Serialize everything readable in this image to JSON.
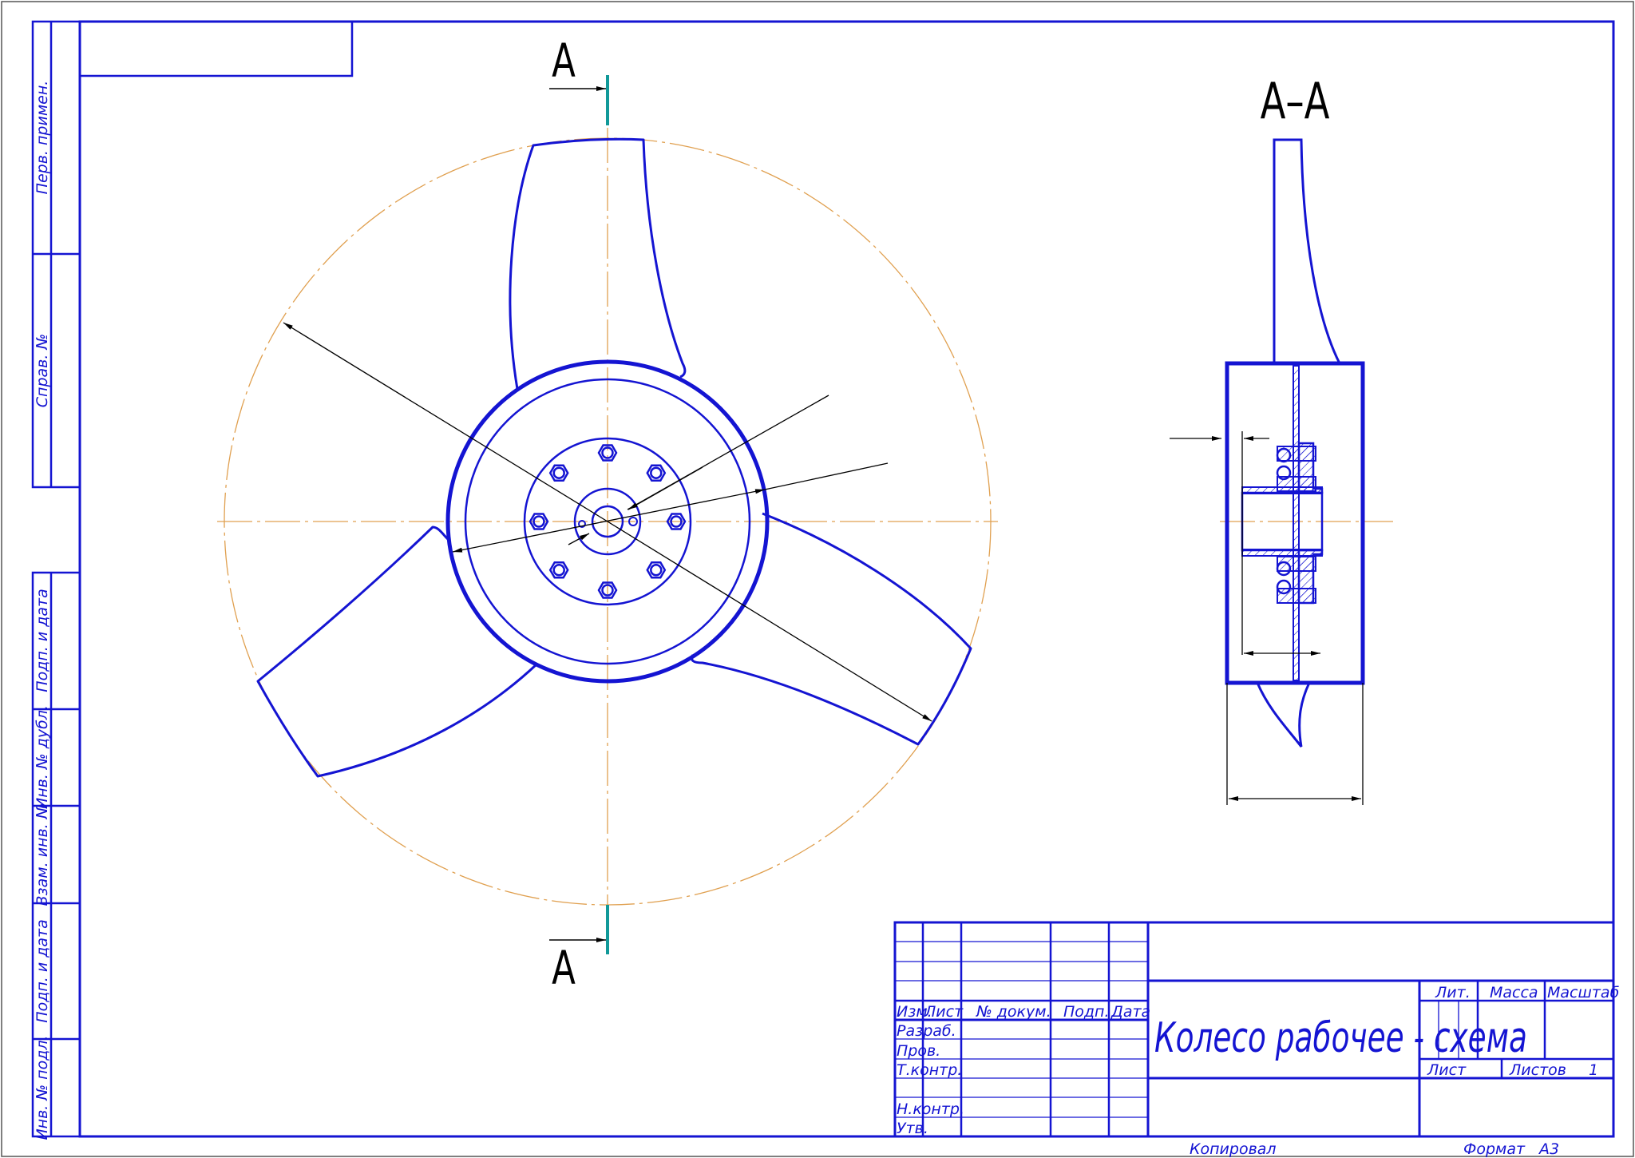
{
  "drawing": {
    "section_marker_top": "А",
    "section_marker_bottom": "А",
    "section_title": "А–А"
  },
  "side_strip": {
    "perv_primen": "Перв. примен.",
    "sprav_no": "Справ. №",
    "podp_data_1": "Подп. и дата",
    "inv_dubl": "Инв. № дубл.",
    "vzam_inv": "Взам. инв. №",
    "podp_data_2": "Подп. и дата",
    "inv_podl": "Инв. № подл."
  },
  "title_block": {
    "header_izm": "Изм.",
    "header_list": "Лист",
    "header_dokum": "№ докум.",
    "header_podp": "Подп.",
    "header_data": "Дата",
    "razrab": "Разраб.",
    "prov": "Пров.",
    "tkontr": "Т.контр.",
    "nkontr": "Н.контр.",
    "utv": "Утв.",
    "title": "Колесо рабочее - схема",
    "lit": "Лит.",
    "massa": "Масса",
    "masshtab": "Масштаб",
    "list": "Лист",
    "listov": "Листов",
    "listov_value": "1"
  },
  "footer": {
    "kopiroval": "Копировал",
    "format": "Формат",
    "format_value": "А3"
  },
  "colors": {
    "outline": "#1414d2",
    "centerline": "#e0a050",
    "dimension": "#000000",
    "section_mark": "#119999"
  }
}
